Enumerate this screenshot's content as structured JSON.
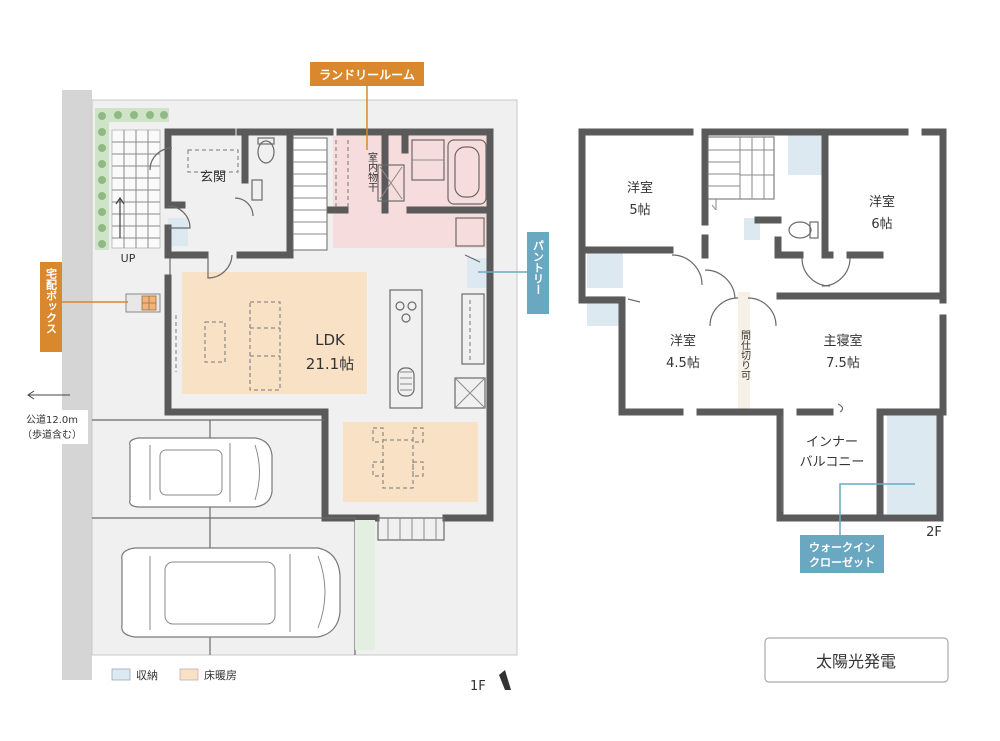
{
  "floor1": {
    "label": "1F",
    "callouts": {
      "laundry": "ランドリールーム",
      "pantry": "パントリー",
      "delivery_box": "宅配ボックス"
    },
    "rooms": {
      "genkan": "玄関",
      "ldk_name": "LDK",
      "ldk_size": "21.1帖",
      "indoor_drying": "室内物干",
      "up": "UP"
    },
    "road": {
      "line1": "公道12.0m",
      "line2": "（歩道含む）"
    }
  },
  "floor2": {
    "label": "2F",
    "rooms": {
      "w5_name": "洋室",
      "w5_size": "5帖",
      "w6_name": "洋室",
      "w6_size": "6帖",
      "w45_name": "洋室",
      "w45_size": "4.5帖",
      "master_name": "主寝室",
      "master_size": "7.5帖",
      "balcony_l1": "インナー",
      "balcony_l2": "バルコニー",
      "partition": "間仕切り可"
    },
    "callouts": {
      "walkin_l1": "ウォークイン",
      "walkin_l2": "クローゼット"
    }
  },
  "legend": {
    "storage": "収納",
    "floor_heating": "床暖房"
  },
  "solar_label": "太陽光発電",
  "colors": {
    "wall": "#5a5a5a",
    "floor_heating": "#f9e1c6",
    "storage": "#dce9f1",
    "laundry": "#f6dcdc",
    "orange_tag": "#d9882d",
    "blue_tag": "#6aa8c2",
    "ground": "#f0f0f0",
    "hedge": "#8fba86"
  }
}
